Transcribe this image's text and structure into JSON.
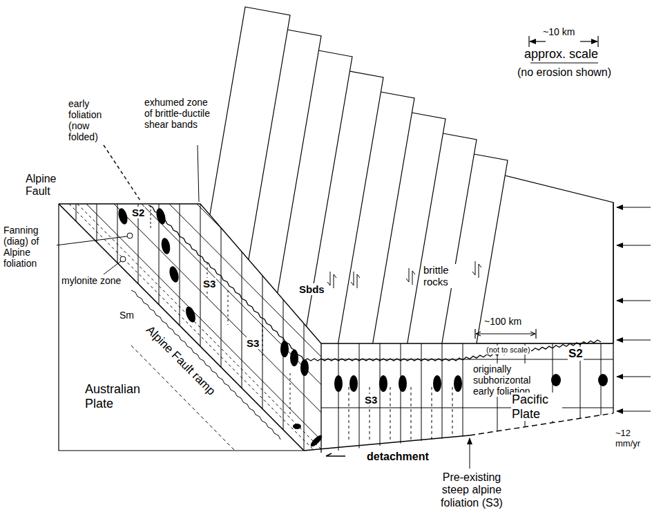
{
  "diagram": {
    "labels": [
      "~10 km",
      "approx. scale",
      "(no erosion shown)",
      "early foliation (now folded)",
      "exhumed zone of brittle-ductile shear bands",
      "Alpine Fault",
      "S2",
      "Fanning (diag) of Alpine foliation",
      "mylonite zone",
      "Sm",
      "S3",
      "S3",
      "Alpine Fault ramp",
      "Sbds",
      "brittle rocks",
      "~100 km",
      "(not to scale)",
      "originally subhorizontal early foliation",
      "S2",
      "Pacific Plate",
      "Australian Plate",
      "S3",
      "detachment",
      "~12 mm/yr",
      "Pre-existing steep alpine foliation (S3)"
    ]
  }
}
